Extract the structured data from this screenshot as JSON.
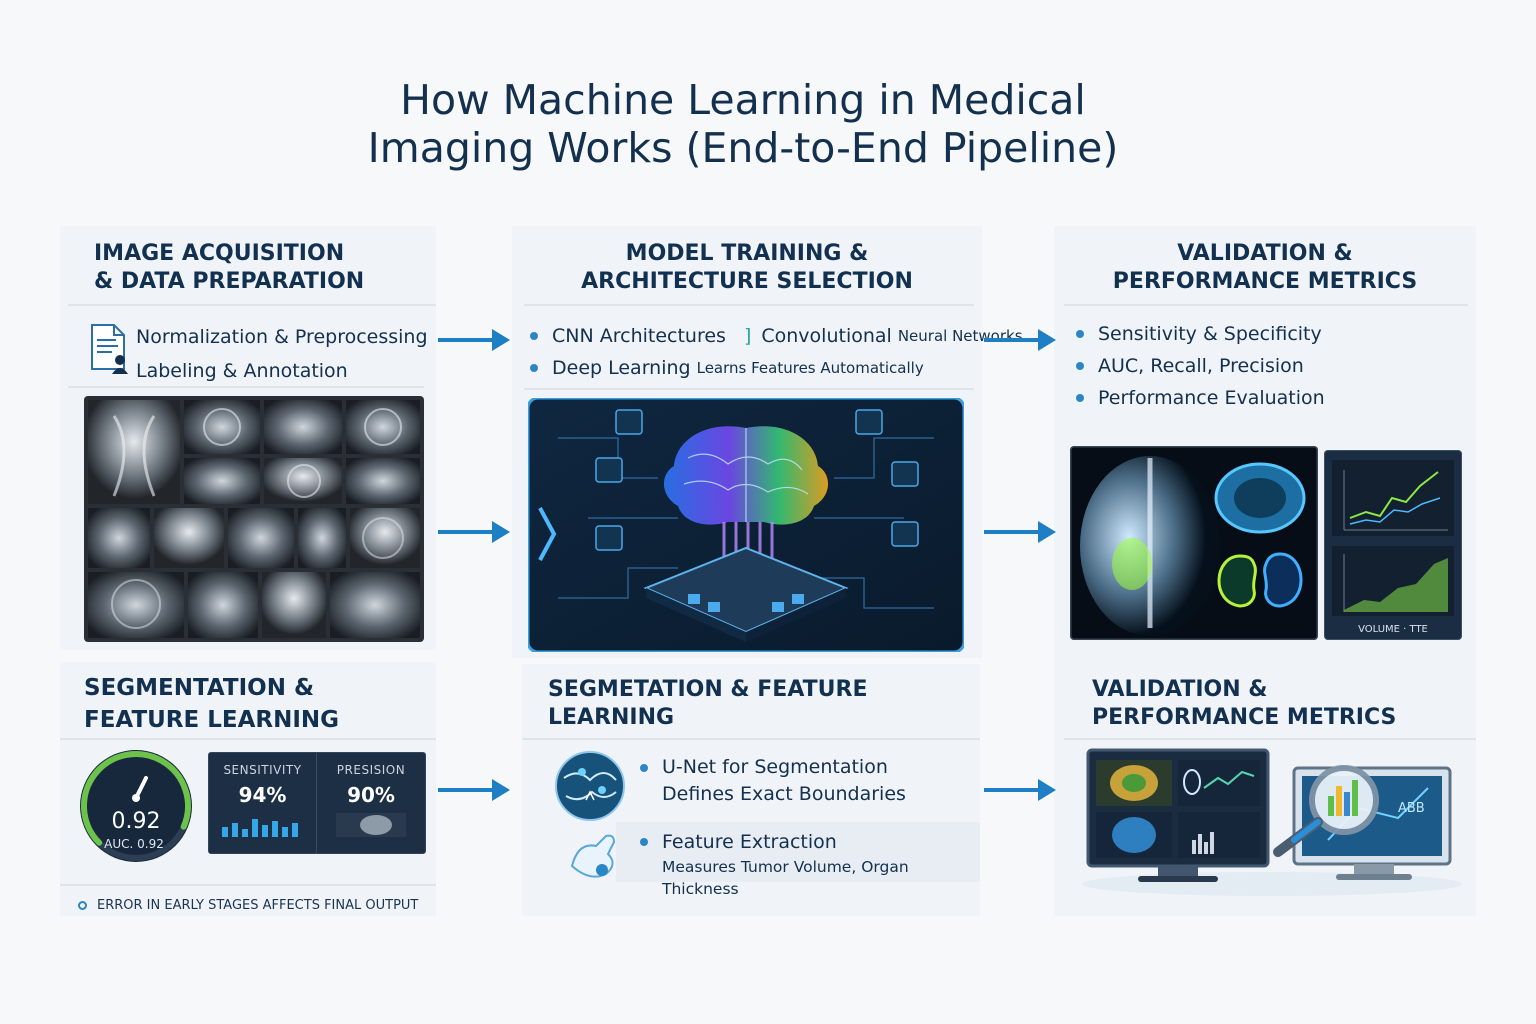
{
  "title": {
    "line1": "How Machine Learning in Medical",
    "line2": "Imaging Works (End-to-End Pipeline)"
  },
  "panel1": {
    "head_line1": "IMAGE ACQUISITION",
    "head_line2": "& DATA PREPARATION",
    "bullet1": "Normalization & Preprocessing",
    "bullet2": "Labeling & Annotation",
    "icon": "document-user-icon"
  },
  "panel2": {
    "head_line1": "MODEL TRAINING &",
    "head_line2": "ARCHITECTURE SELECTION",
    "bullet1_main": "CNN Architectures",
    "bullet1_sep": "]",
    "bullet1_rest": "Convolutional",
    "bullet1_small": "Neural Networks",
    "bullet2_main": "Deep Learning",
    "bullet2_small": "Learns Features Automatically"
  },
  "panel3": {
    "head_line1": "VALIDATION &",
    "head_line2": "PERFORMANCE METRICS",
    "bullet1": "Sensitivity & Specificity",
    "bullet2": "AUC, Recall, Precision",
    "bullet3": "Performance Evaluation",
    "chart_caption": "VOLUME · TTE"
  },
  "panel4": {
    "head_line1": "SEGMENTATION &",
    "head_line2": "FEATURE LEARNING",
    "gauge_value": "0.92",
    "gauge_label": "AUC. 0.92",
    "gauge_fraction": 0.92,
    "stat1_label": "SENSITIVITY",
    "stat1_value": "94%",
    "stat2_label": "PRESISION",
    "stat2_value": "90%",
    "note": "ERROR IN EARLY STAGES AFFECTS FINAL OUTPUT"
  },
  "panel5": {
    "head_line1": "SEGMETATION & FEATURE",
    "head_line2": "LEARNING",
    "bullet1_line1": "U-Net for Segmentation",
    "bullet1_line2": "Defines Exact Boundaries",
    "bullet2_line1": "Feature Extraction",
    "bullet2_line2": "Measures Tumor Volume, Organ Thickness"
  },
  "panel6": {
    "head_line1": "VALIDATION &",
    "head_line2": "PERFORMANCE METRICS",
    "screen_text": "ABB"
  },
  "colors": {
    "accent": "#1f7fc4",
    "navy": "#12304f",
    "dark_panel": "#1d2f45",
    "gauge_green": "#6cc24a"
  }
}
